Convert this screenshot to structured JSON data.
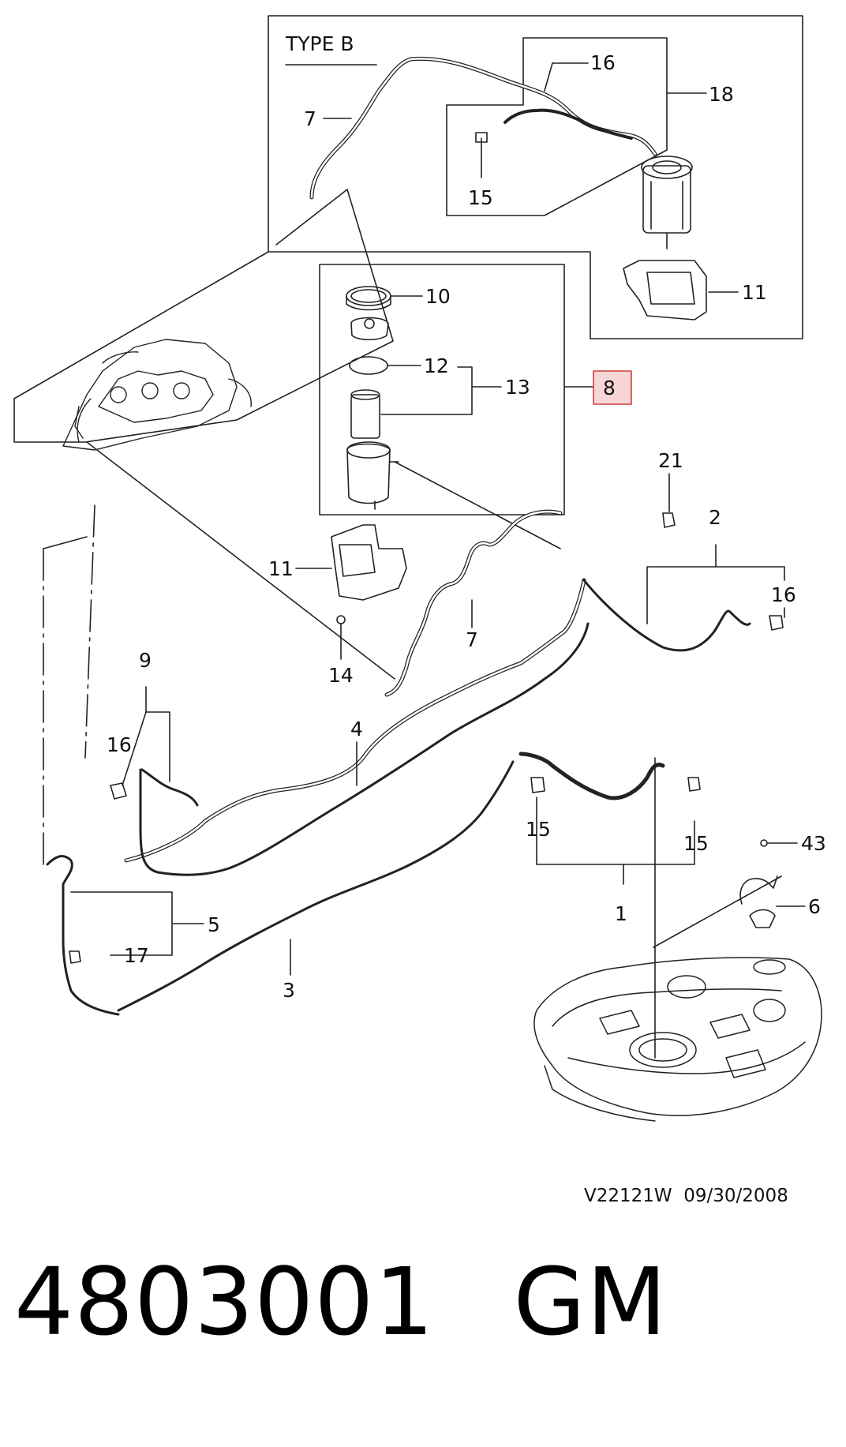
{
  "diagram": {
    "title": "TYPE B",
    "drawing_ref": "V22121W  09/30/2008",
    "highlight_color": "#f6d6d6",
    "highlight_border": "#d04040",
    "callouts": {
      "typeb_16": "16",
      "typeb_18": "18",
      "typeb_7": "7",
      "typeb_15": "15",
      "typeb_11": "11",
      "filter_10": "10",
      "filter_12": "12",
      "filter_13": "13",
      "filter_8": "8",
      "bracket_11": "11",
      "nut_14": "14",
      "line_7": "7",
      "clip_21": "21",
      "assy_2": "2",
      "clip_16_right": "16",
      "assy_9": "9",
      "clip_16_left": "16",
      "line_4": "4",
      "clip_15_left": "15",
      "clip_15_right": "15",
      "assy_1": "1",
      "bolt_43": "43",
      "pipe_6": "6",
      "assy_5": "5",
      "clip_17": "17",
      "line_3": "3"
    }
  },
  "footer": {
    "part_number": "4803001",
    "brand": "GM"
  }
}
